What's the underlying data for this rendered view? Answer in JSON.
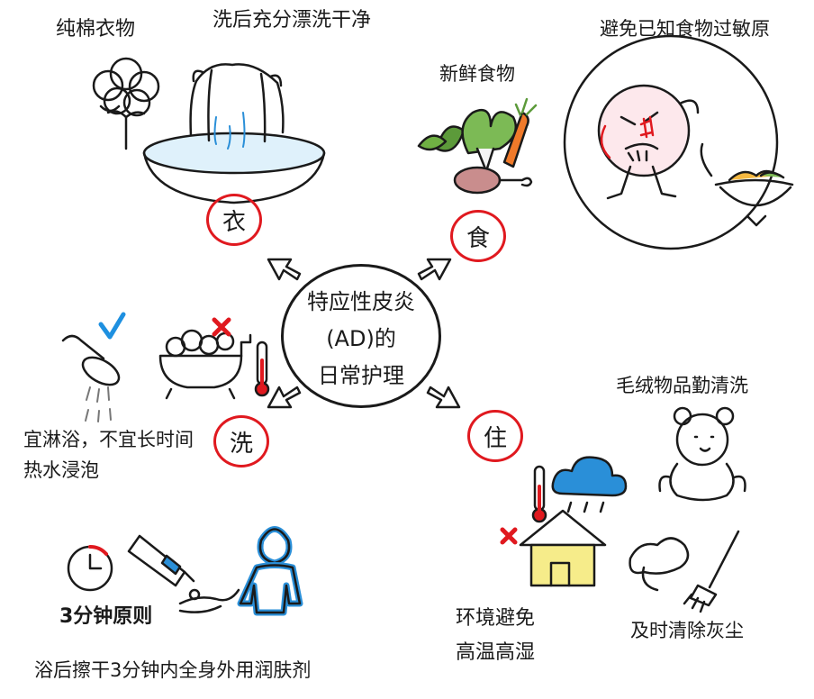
{
  "center": {
    "line1": "特应性皮炎",
    "line2": "(AD)的",
    "line3": "日常护理"
  },
  "categories": {
    "clothing": "衣",
    "food": "食",
    "washing": "洗",
    "living": "住"
  },
  "labels": {
    "cotton": "纯棉衣物",
    "wash_clean": "洗后充分漂洗干净",
    "fresh_food": "新鲜食物",
    "avoid_allergens": "避免已知食物过敏原",
    "shower_line1": "宜淋浴，不宜长时间",
    "shower_line2": "热水浸泡",
    "rule_3min": "3分钟原则",
    "moisturize": "浴后擦干3分钟内全身外用润肤剂",
    "env_line1": "环境避免",
    "env_line2": "高温高湿",
    "plush": "毛绒物品勤清洗",
    "dust": "及时清除灰尘"
  },
  "colors": {
    "accent_red": "#e0191f",
    "ink": "#1a1a1a",
    "blue": "#2a8fd8",
    "check_blue": "#1e90e0",
    "house_yellow": "#f6ec8a",
    "carrot": "#f07a2a",
    "leaf_green": "#5c9a3a"
  },
  "icons": [
    "cotton-icon",
    "washbasin-icon",
    "vegetables-icon",
    "allergy-face-icon",
    "bowl-icon",
    "shower-icon",
    "check-icon",
    "bathtub-icon",
    "cross-icon",
    "thermometer-icon",
    "clock-icon",
    "lotion-icon",
    "hands-icon",
    "body-icon",
    "teddy-bear-icon",
    "cloud-rain-icon",
    "house-icon",
    "broom-icon"
  ]
}
